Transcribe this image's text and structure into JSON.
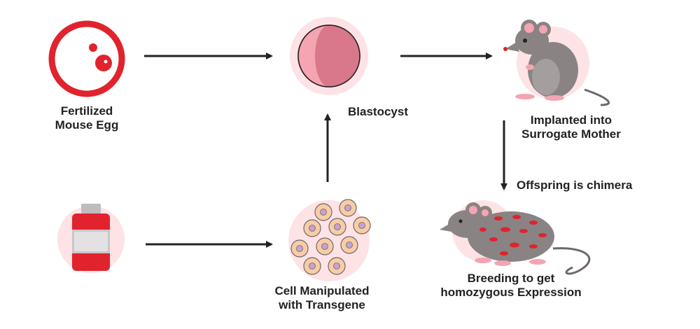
{
  "labels": {
    "egg": "Fertilized\nMouse Egg",
    "blastocyst": "Blastocyst",
    "implant": "Implanted into\nSurrogate Mother",
    "chimera": "Offspring is chimera",
    "cells": "Cell Manipulated\nwith Transgene",
    "breeding": "Breeding to get\nhomozygous Expression"
  },
  "colors": {
    "red": "#e0232d",
    "pink_bg": "#fde3e6",
    "mouse_gray": "#8a8384",
    "mouse_dark": "#6e6869",
    "cell_fill": "#f8cda6",
    "cell_nucleus": "#c5a2cf",
    "blastocyst_outer": "#f4a5b1",
    "blastocyst_inner": "#d9788a",
    "arrow": "#222222"
  },
  "icons": [
    "egg-cell-icon",
    "blastocyst-icon",
    "surrogate-mouse-icon",
    "reagent-bottle-icon",
    "cell-cluster-icon",
    "chimera-mouse-icon"
  ]
}
